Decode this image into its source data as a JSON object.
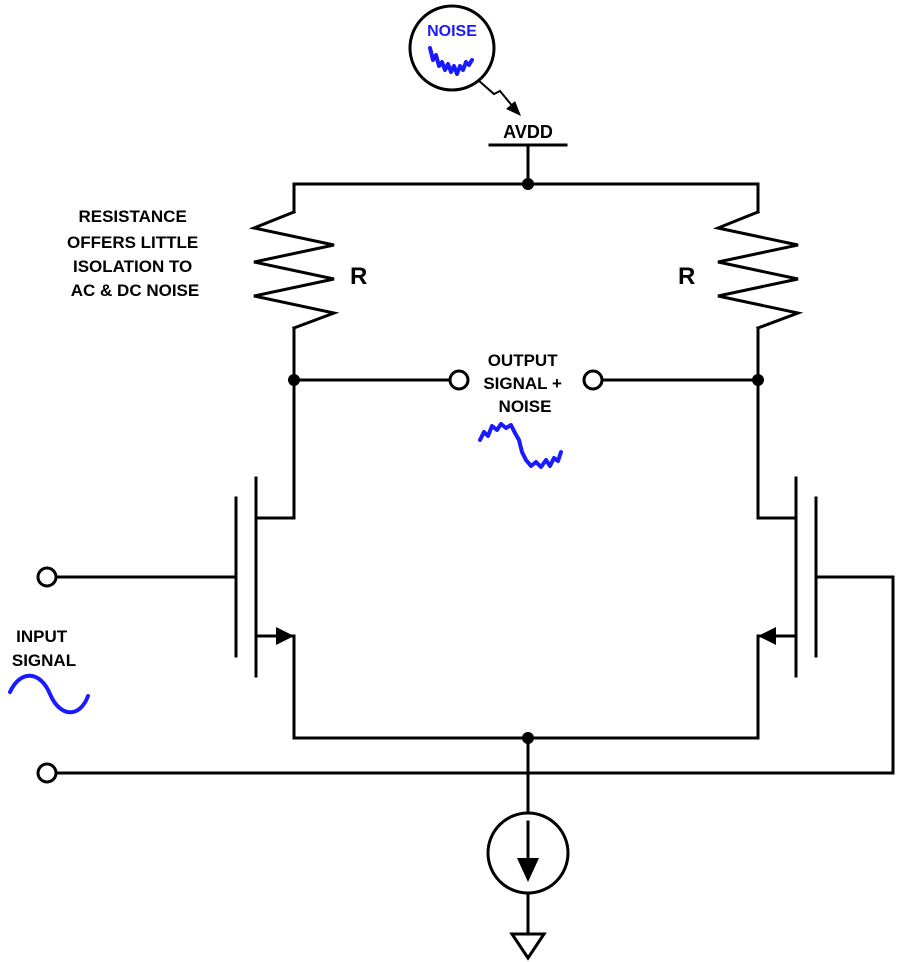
{
  "labels": {
    "noise_badge": "NOISE",
    "supply": "AVDD",
    "resistance_note": [
      "RESISTANCE",
      "OFFERS LITTLE",
      "ISOLATION TO",
      "AC & DC NOISE"
    ],
    "resistor_left": "R",
    "resistor_right": "R",
    "output_note": [
      "OUTPUT",
      "SIGNAL +",
      "NOISE"
    ],
    "input_note": [
      "INPUT",
      "SIGNAL"
    ]
  },
  "colors": {
    "wire": "#000000",
    "signal": "#1a1aff",
    "background": "#ffffff"
  },
  "icons": {
    "noise_source": "noise-waveform-icon",
    "output_wave": "noisy-sine-icon",
    "input_wave": "sine-wave-icon",
    "current_source": "current-source-icon",
    "ground": "ground-icon"
  }
}
